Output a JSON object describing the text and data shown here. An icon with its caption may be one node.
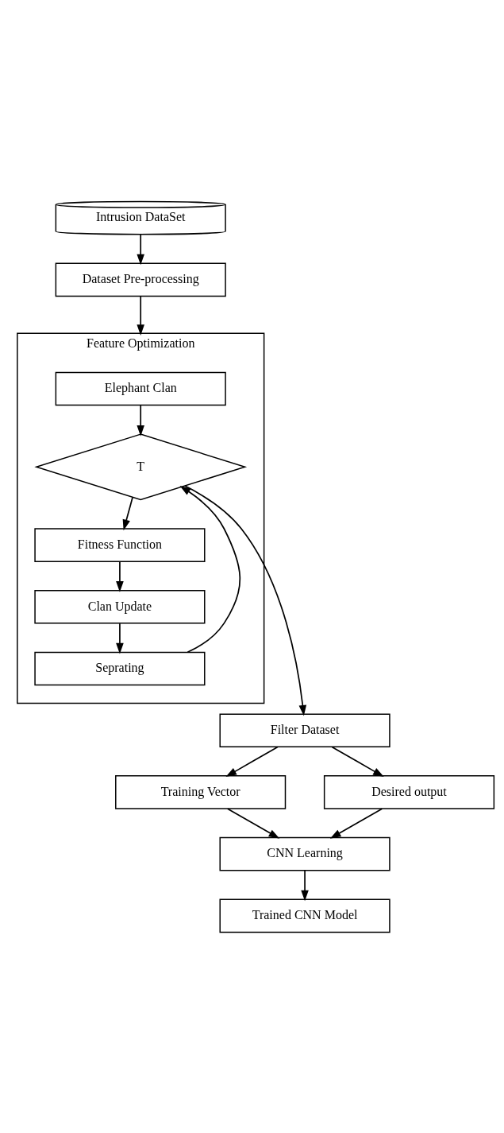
{
  "diagram": {
    "nodes": [
      {
        "text": [
          "Intrusion DataSet"
        ]
      },
      {
        "text": [
          "Dataset Pre-processing"
        ]
      },
      {
        "text": [
          "Feature Optimization"
        ]
      },
      {
        "text": [
          "Elephant Clan"
        ],
        "in": 2
      },
      {
        "text": [
          "T"
        ],
        "in": 2
      },
      {
        "text": [
          "Fitness Function"
        ],
        "in": 2
      },
      {
        "text": [
          "Clan Update"
        ],
        "in": 2
      },
      {
        "text": [
          "Seprating"
        ],
        "in": 2
      },
      {
        "text": [
          "Filter Dataset"
        ]
      },
      {
        "text": [
          "Training Vector"
        ]
      },
      {
        "text": [
          "Desired output"
        ]
      },
      {
        "text": [
          "CNN Learning"
        ]
      },
      {
        "text": [
          "Trained CNN Model"
        ]
      }
    ],
    "edges": [
      {
        "from": 0,
        "to": 1,
        "arrow": "to"
      },
      {
        "from": 1,
        "to": 2,
        "arrow": "to"
      },
      {
        "from": 3,
        "to": 4,
        "arrow": "to"
      },
      {
        "from": 4,
        "to": 5,
        "arrow": "to"
      },
      {
        "from": 5,
        "to": 6,
        "arrow": "to"
      },
      {
        "from": 6,
        "to": 7,
        "arrow": "to"
      },
      {
        "from": 7,
        "to": 4,
        "arrow": "to"
      },
      {
        "from": 4,
        "to": 8,
        "arrow": "to"
      },
      {
        "from": 8,
        "to": 9,
        "arrow": "to"
      },
      {
        "from": 8,
        "to": 10,
        "arrow": "to"
      },
      {
        "from": 9,
        "to": 11,
        "arrow": "to"
      },
      {
        "from": 10,
        "to": 11,
        "arrow": "to"
      },
      {
        "from": 11,
        "to": 12,
        "arrow": "to"
      }
    ]
  }
}
